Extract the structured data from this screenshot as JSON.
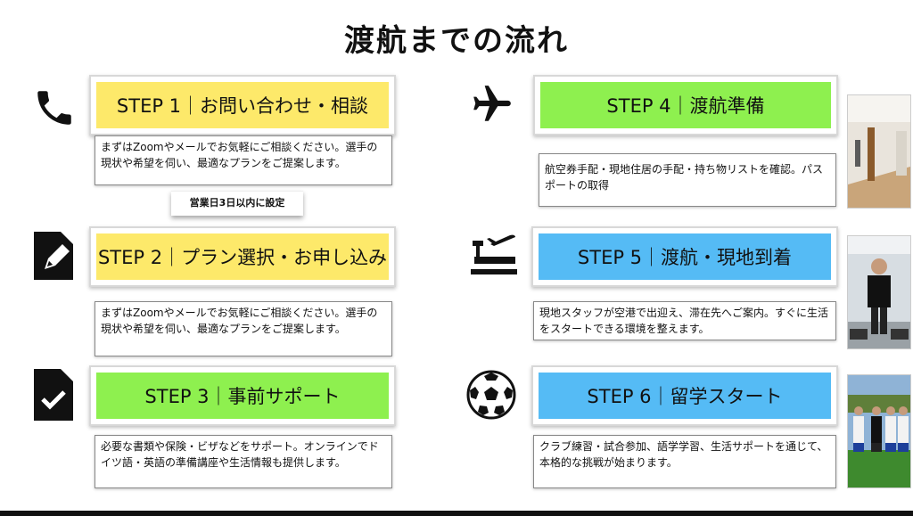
{
  "page": {
    "title": "渡航までの流れ"
  },
  "tag_label": "営業日3日以内に設定",
  "steps": [
    {
      "label": "STEP 1｜お問い合わせ・相談",
      "color": "#fde96a",
      "icon": "phone-icon",
      "desc": "まずはZoomやメールでお気軽にご相談ください。選手の現状や希望を伺い、最適なプランをご提案します。"
    },
    {
      "label": "STEP 2｜プラン選択・お申し込み",
      "color": "#fde96a",
      "icon": "edit-document-icon",
      "desc": "まずはZoomやメールでお気軽にご相談ください。選手の現状や希望を伺い、最適なプランをご提案します。"
    },
    {
      "label": "STEP 3｜事前サポート",
      "color": "#8ef04f",
      "icon": "checked-document-icon",
      "desc": "必要な書類や保険・ビザなどをサポート。オンラインでドイツ語・英語の準備講座や生活情報も提供します。"
    },
    {
      "label": "STEP 4｜渡航準備",
      "color": "#8ef04f",
      "icon": "airplane-icon",
      "desc": "航空券手配・現地住居の手配・持ち物リストを確認。パスポートの取得"
    },
    {
      "label": "STEP 5｜渡航・現地到着",
      "color": "#55bbf5",
      "icon": "airport-arrival-icon",
      "desc": "現地スタッフが空港で出迎え、滞在先へご案内。すぐに生活をスタートできる環境を整えます。"
    },
    {
      "label": "STEP 6｜留学スタート",
      "color": "#55bbf5",
      "icon": "soccer-ball-icon",
      "desc": "クラブ練習・試合参加、語学学習、生活サポートを通じて、本格的な挑戦が始まります。"
    }
  ],
  "photos": [
    "hallway-photo",
    "player-portrait-photo",
    "team-photo"
  ]
}
